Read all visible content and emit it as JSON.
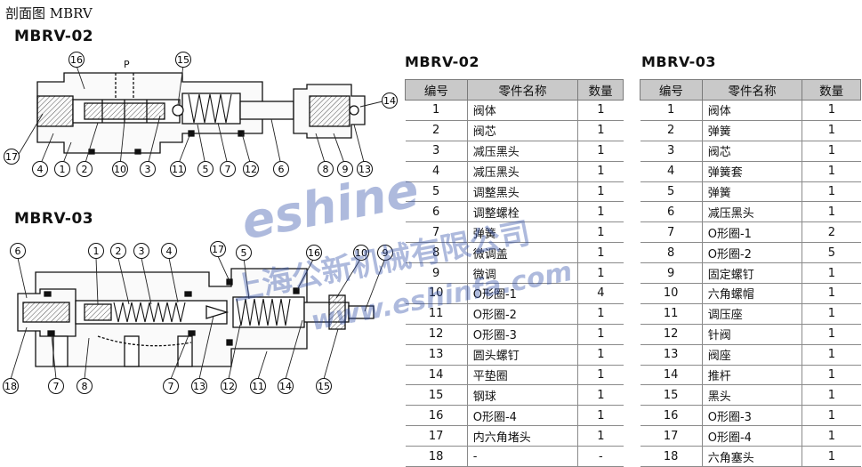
{
  "page_title": "剖面图 MBRV",
  "section_02": "MBRV-02",
  "section_03": "MBRV-03",
  "p_label": "P",
  "watermark": {
    "line1": "eshine",
    "line2": "上海公新机械有限公司",
    "line3": "www.eshinfa.com"
  },
  "callouts_02": [
    "16",
    "15",
    "14",
    "17",
    "4",
    "1",
    "2",
    "10",
    "3",
    "11",
    "5",
    "7",
    "12",
    "6",
    "8",
    "9",
    "13"
  ],
  "callouts_03": [
    "6",
    "1",
    "2",
    "3",
    "4",
    "17",
    "5",
    "16",
    "10",
    "9",
    "18",
    "7",
    "8",
    "7",
    "13",
    "12",
    "11",
    "14",
    "15"
  ],
  "table_02": {
    "title": "MBRV-02",
    "headers": [
      "编号",
      "零件名称",
      "数量"
    ],
    "rows": [
      [
        "1",
        "阀体",
        "1"
      ],
      [
        "2",
        "阀芯",
        "1"
      ],
      [
        "3",
        "减压黑头",
        "1"
      ],
      [
        "4",
        "减压黑头",
        "1"
      ],
      [
        "5",
        "调整黑头",
        "1"
      ],
      [
        "6",
        "调整螺栓",
        "1"
      ],
      [
        "7",
        "弹簧",
        "1"
      ],
      [
        "8",
        "微调盖",
        "1"
      ],
      [
        "9",
        "微调",
        "1"
      ],
      [
        "10",
        "O形圈-1",
        "4"
      ],
      [
        "11",
        "O形圈-2",
        "1"
      ],
      [
        "12",
        "O形圈-3",
        "1"
      ],
      [
        "13",
        "圆头螺钉",
        "1"
      ],
      [
        "14",
        "平垫圈",
        "1"
      ],
      [
        "15",
        "钢球",
        "1"
      ],
      [
        "16",
        "O形圈-4",
        "1"
      ],
      [
        "17",
        "内六角堵头",
        "1"
      ],
      [
        "18",
        "-",
        "-"
      ]
    ]
  },
  "table_03": {
    "title": "MBRV-03",
    "headers": [
      "编号",
      "零件名称",
      "数量"
    ],
    "rows": [
      [
        "1",
        "阀体",
        "1"
      ],
      [
        "2",
        "弹簧",
        "1"
      ],
      [
        "3",
        "阀芯",
        "1"
      ],
      [
        "4",
        "弹簧套",
        "1"
      ],
      [
        "5",
        "弹簧",
        "1"
      ],
      [
        "6",
        "减压黑头",
        "1"
      ],
      [
        "7",
        "O形圈-1",
        "2"
      ],
      [
        "8",
        "O形圈-2",
        "5"
      ],
      [
        "9",
        "固定螺钉",
        "1"
      ],
      [
        "10",
        "六角螺帽",
        "1"
      ],
      [
        "11",
        "调压座",
        "1"
      ],
      [
        "12",
        "针阀",
        "1"
      ],
      [
        "13",
        "阀座",
        "1"
      ],
      [
        "14",
        "推杆",
        "1"
      ],
      [
        "15",
        "黑头",
        "1"
      ],
      [
        "16",
        "O形圈-3",
        "1"
      ],
      [
        "17",
        "O形圈-4",
        "1"
      ],
      [
        "18",
        "六角塞头",
        "1"
      ]
    ]
  },
  "colors": {
    "header_bg": "#c9c9c9",
    "watermark": "#2a4aa6"
  }
}
